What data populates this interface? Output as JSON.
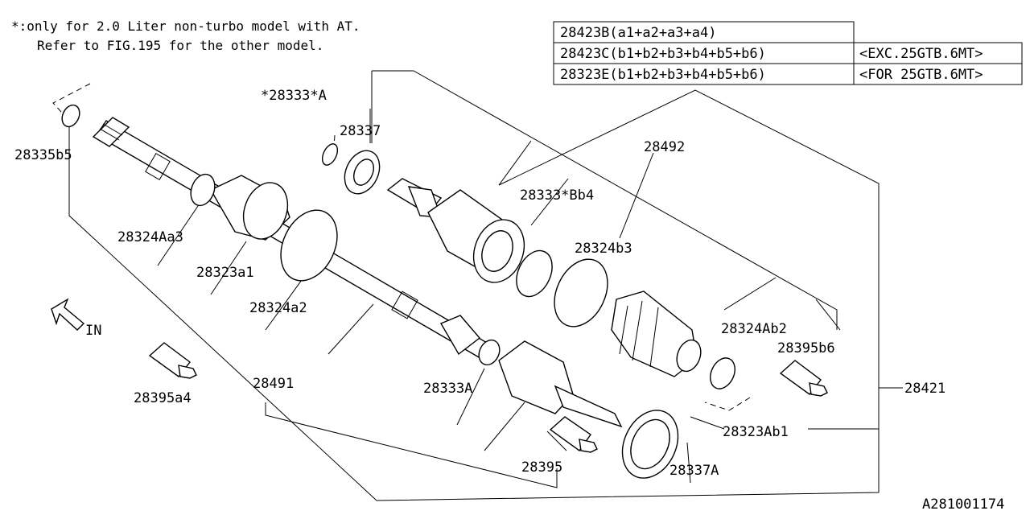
{
  "notes": {
    "line1": "*:only for 2.0 Liter non-turbo model with AT.",
    "line2": "Refer to FIG.195 for the other model."
  },
  "kit_table": {
    "rows": [
      {
        "part": "28423B(a1+a2+a3+a4)",
        "note": ""
      },
      {
        "part": "28423C(b1+b2+b3+b4+b5+b6)",
        "note": "<EXC.25GTB.6MT>"
      },
      {
        "part": "28323E(b1+b2+b3+b4+b5+b6)",
        "note": "<FOR 25GTB.6MT>"
      }
    ]
  },
  "labels": {
    "p28333_star_a": "*28333*A",
    "p28337": "28337",
    "p28335b5": "28335b5",
    "p28492": "28492",
    "p28333_star_b_b4": "28333*Bb4",
    "p28324b3": "28324b3",
    "p28324aa3": "28324Aa3",
    "p28323a1": "28323a1",
    "p28324a2": "28324a2",
    "p28324ab2": "28324Ab2",
    "p28395b6": "28395b6",
    "p28421": "28421",
    "p28491": "28491",
    "p28333a": "28333A",
    "p28395a4": "28395a4",
    "p28323ab1": "28323Ab1",
    "p28395": "28395",
    "p28337a": "28337A",
    "in": "IN",
    "figure_id": "A281001174"
  }
}
